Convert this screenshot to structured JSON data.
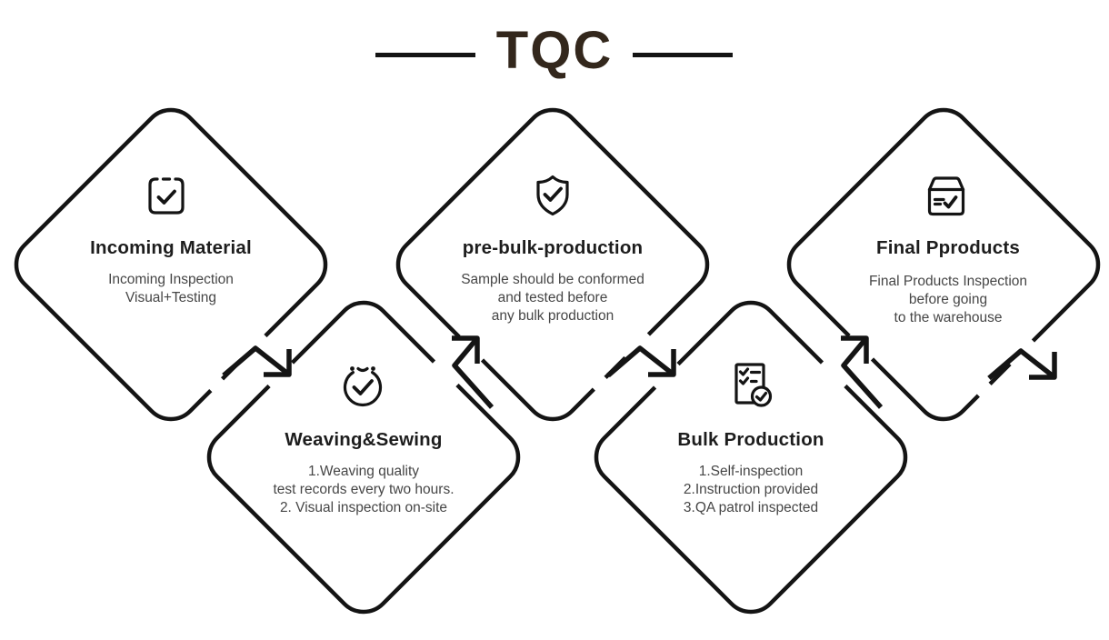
{
  "title": {
    "text": "TQC"
  },
  "steps": [
    {
      "id": "incoming-material",
      "icon": "clipboard-check-icon",
      "title": "Incoming Material",
      "desc": [
        "Incoming Inspection",
        "Visual+Testing"
      ]
    },
    {
      "id": "weaving-sewing",
      "icon": "stopwatch-check-icon",
      "title": "Weaving&Sewing",
      "desc": [
        "1.Weaving quality",
        "test records every two hours.",
        "2. Visual inspection on-site"
      ]
    },
    {
      "id": "pre-bulk-production",
      "icon": "shield-check-icon",
      "title": "pre-bulk-production",
      "desc": [
        "Sample should be conformed",
        "and tested before",
        "any bulk production"
      ]
    },
    {
      "id": "bulk-production",
      "icon": "checklist-check-icon",
      "title": "Bulk Production",
      "desc": [
        "1.Self-inspection",
        "2.Instruction provided",
        "3.QA patrol inspected"
      ]
    },
    {
      "id": "final-products",
      "icon": "box-check-icon",
      "title": "Final Pproducts",
      "desc": [
        "Final Products Inspection",
        "before going",
        "to the warehouse"
      ]
    }
  ],
  "colors": {
    "line": "#141414",
    "title": "#33271c",
    "heading": "#1d1d1d",
    "body": "#464646",
    "bg": "#ffffff"
  }
}
